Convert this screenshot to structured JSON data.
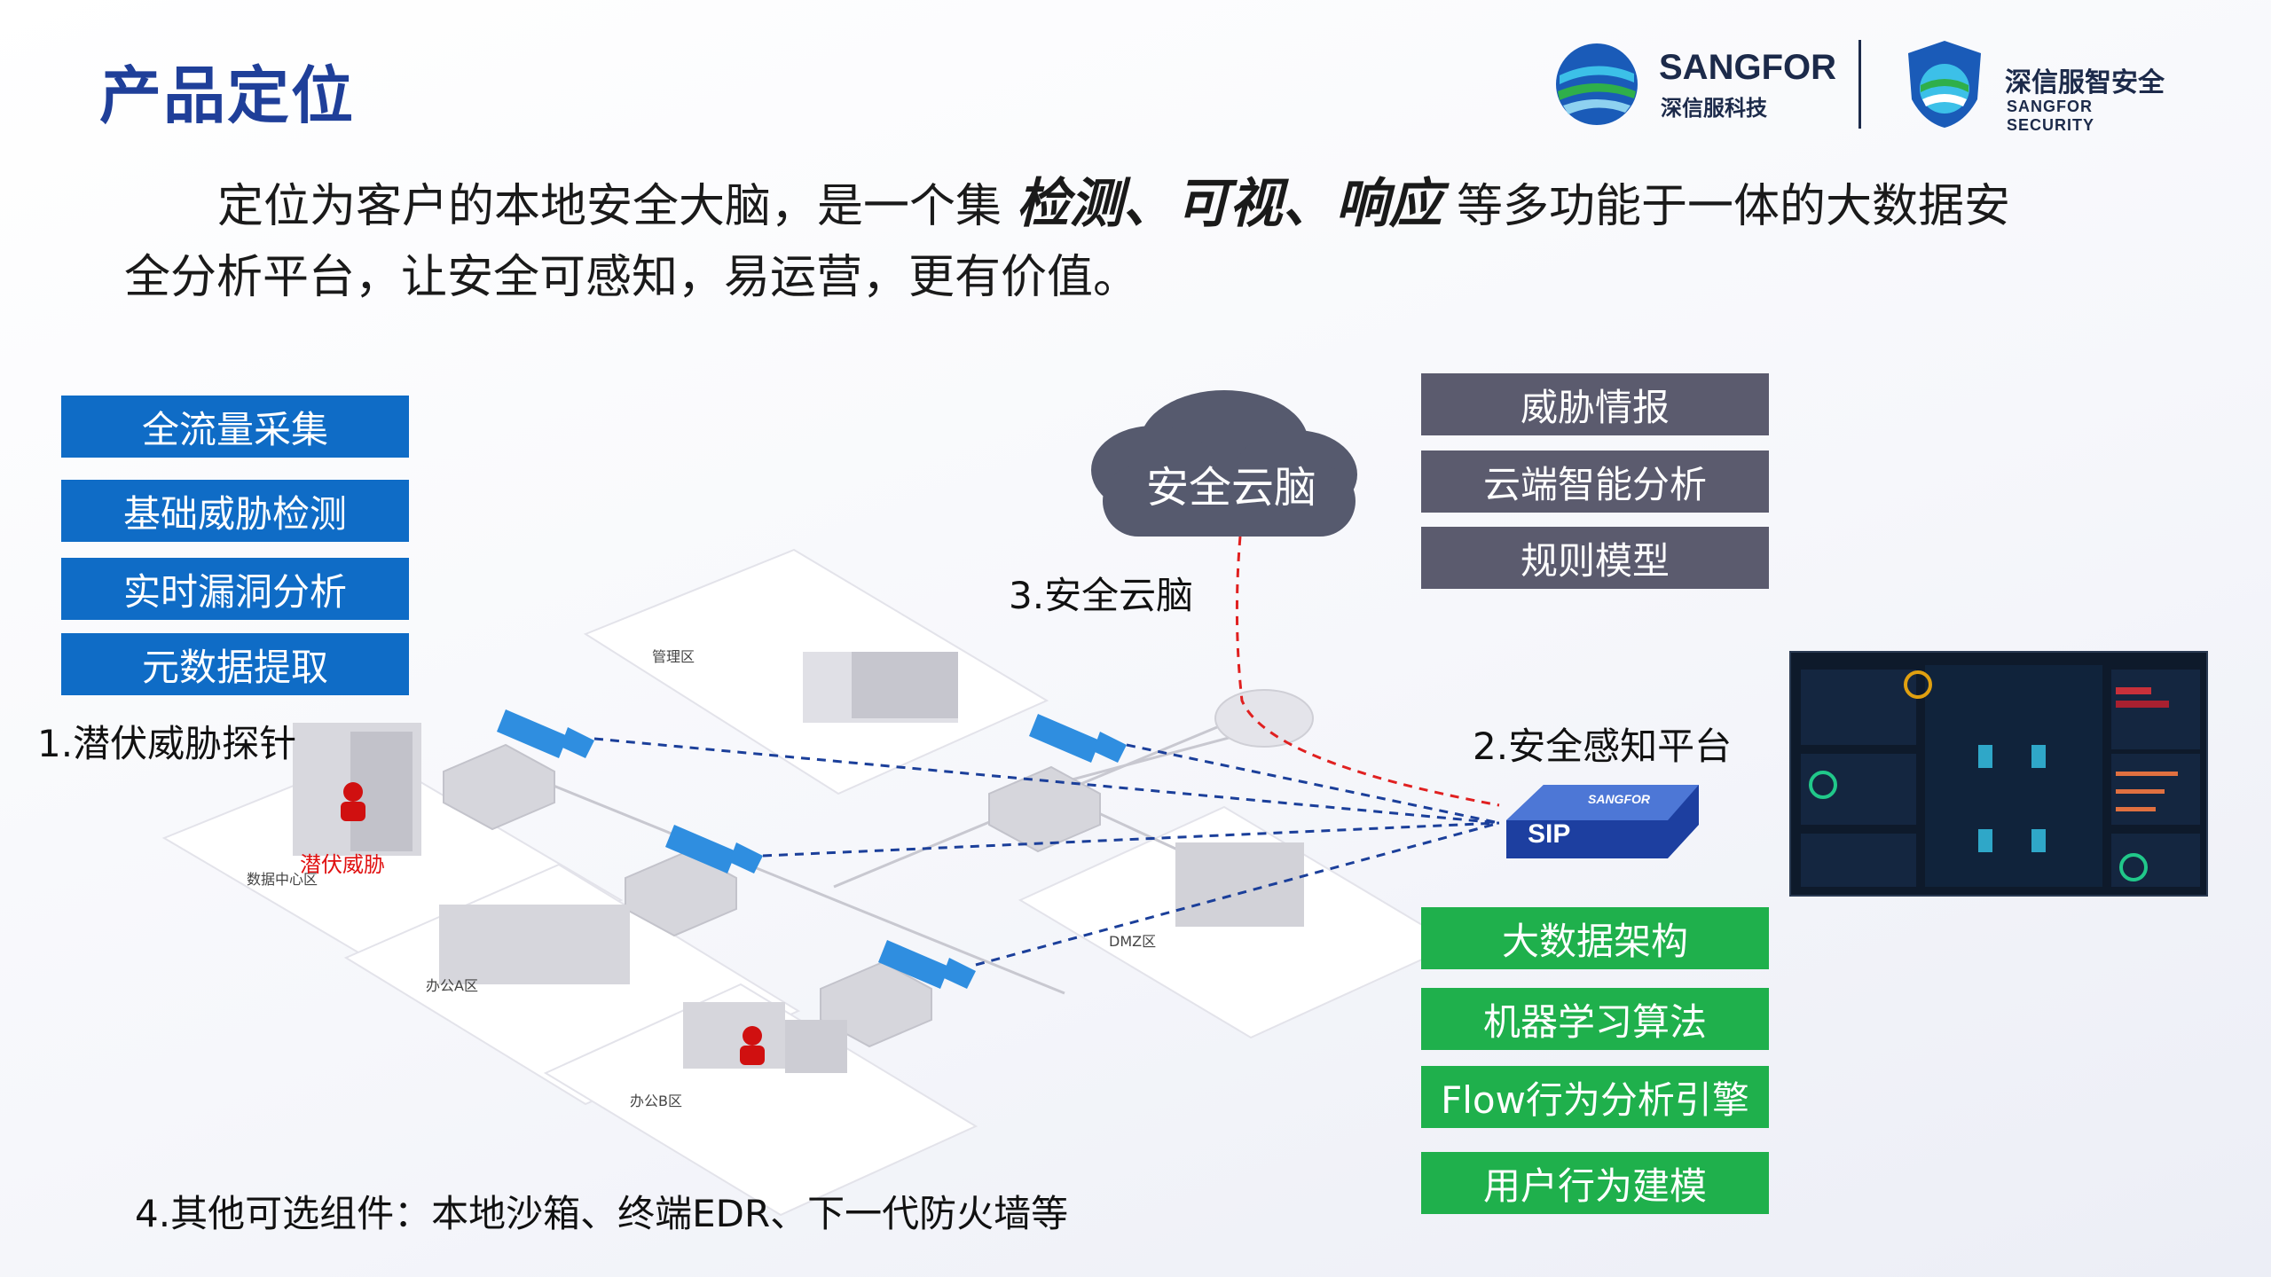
{
  "header": {
    "title": "产品定位",
    "logo_brand": "SANGFOR",
    "logo_brand_cn": "深信服科技",
    "logo_security_cn": "深信服智安全",
    "logo_security_en": "SANGFOR SECURITY"
  },
  "intro": {
    "part1": "定位为客户的本地安全大脑，是一个集 ",
    "em1": "检测、",
    "em2": "可视、",
    "em3": "响应",
    "part2": " 等多功能于一体的大数据安",
    "line2": "全分析平台，让安全可感知，易运营，更有价值。"
  },
  "left_features": [
    "全流量采集",
    "基础威胁检测",
    "实时漏洞分析",
    "元数据提取"
  ],
  "cloud_features": [
    "威胁情报",
    "云端智能分析",
    "规则模型"
  ],
  "platform_features": [
    "大数据架构",
    "机器学习算法",
    "Flow行为分析引擎",
    "用户行为建模"
  ],
  "diagram": {
    "cloud_label": "安全云脑",
    "label_probe": "1.潜伏威胁探针",
    "label_platform": "2.安全感知平台",
    "label_cloud": "3.安全云脑",
    "label_other": "4.其他可选组件：本地沙箱、终端EDR、下一代防火墙等",
    "threat_label": "潜伏威胁",
    "zone_mgmt": "管理区",
    "zone_dc": "数据中心区",
    "zone_office_a": "办公A区",
    "zone_office_b": "办公B区",
    "zone_dmz": "DMZ区",
    "device_brand": "SANGFOR",
    "device_name": "SIP"
  },
  "colors": {
    "title": "#1f3f99",
    "blue_box": "#0f6cc6",
    "gray_box": "#5b5b6e",
    "green_box": "#1fb04c",
    "dashed_blue": "#1b3f9a",
    "dashed_red": "#e02020",
    "threat_red": "#e01010"
  }
}
